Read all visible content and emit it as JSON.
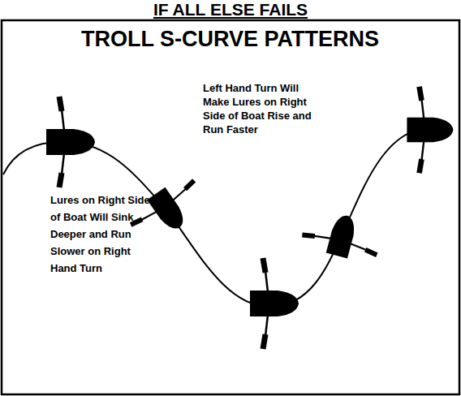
{
  "diagram": {
    "title": "IF ALL ELSE FAILS",
    "labels": [
      "TROLL S-CURVE PATTERNS",
      "Left Hand Turn Will Make Lures on Right Side of Boat Rise and Run Faster",
      "Lures on Right Side of Boat Will Sink Deeper and Run Slower on Right Hand Turn"
    ]
  }
}
